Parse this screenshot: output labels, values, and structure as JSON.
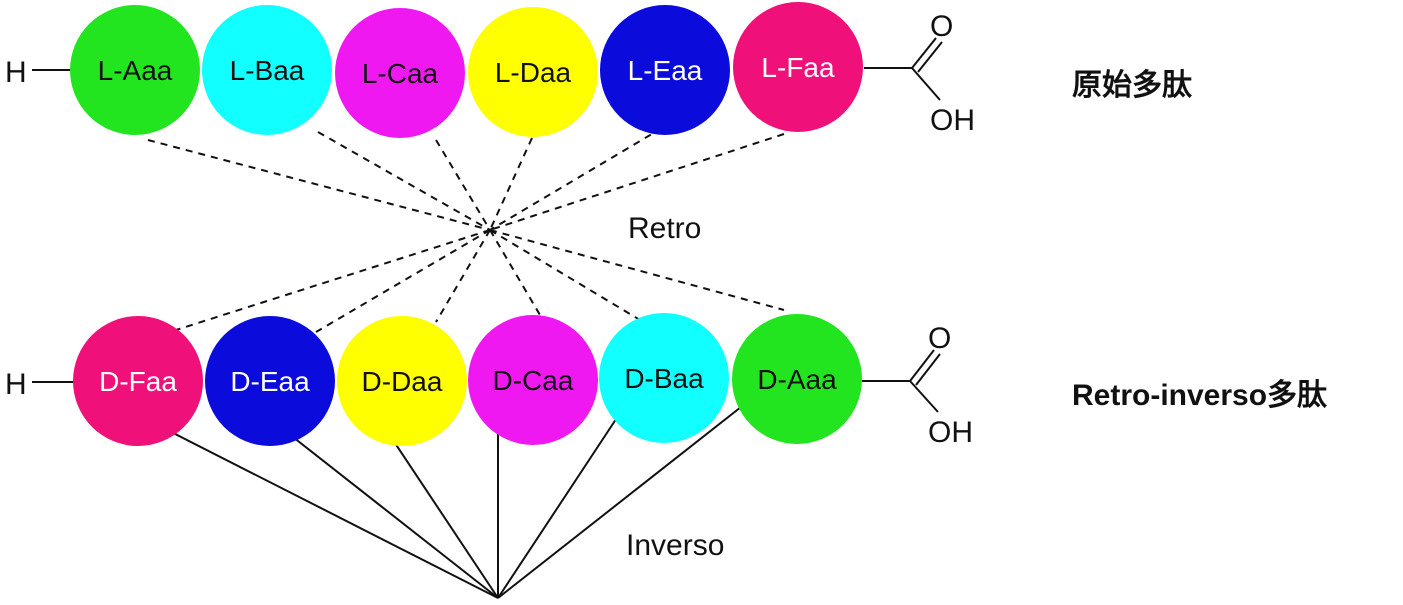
{
  "top_chain": {
    "n_term": "H",
    "c_term_carbonyl": "O",
    "c_term_hydroxyl": "OH",
    "residues": [
      {
        "label": "L-Aaa",
        "fill": "#22e51f",
        "text_color": "#111111"
      },
      {
        "label": "L-Baa",
        "fill": "#12ffff",
        "text_color": "#111111"
      },
      {
        "label": "L-Caa",
        "fill": "#f018f0",
        "text_color": "#111111"
      },
      {
        "label": "L-Daa",
        "fill": "#ffff00",
        "text_color": "#111111"
      },
      {
        "label": "L-Eaa",
        "fill": "#0b0bdc",
        "text_color": "#ffffff"
      },
      {
        "label": "L-Faa",
        "fill": "#f0107a",
        "text_color": "#ffffff"
      }
    ]
  },
  "bottom_chain": {
    "n_term": "H",
    "c_term_carbonyl": "O",
    "c_term_hydroxyl": "OH",
    "residues": [
      {
        "label": "D-Faa",
        "fill": "#f0107a",
        "text_color": "#ffffff"
      },
      {
        "label": "D-Eaa",
        "fill": "#0b0bdc",
        "text_color": "#ffffff"
      },
      {
        "label": "D-Daa",
        "fill": "#ffff00",
        "text_color": "#111111"
      },
      {
        "label": "D-Caa",
        "fill": "#f018f0",
        "text_color": "#111111"
      },
      {
        "label": "D-Baa",
        "fill": "#12ffff",
        "text_color": "#111111"
      },
      {
        "label": "D-Aaa",
        "fill": "#22e51f",
        "text_color": "#111111"
      }
    ]
  },
  "labels": {
    "retro": "Retro",
    "inverso": "Inverso",
    "original_title": "原始多肽",
    "retro_inverso_title": "Retro-inverso多肽"
  }
}
